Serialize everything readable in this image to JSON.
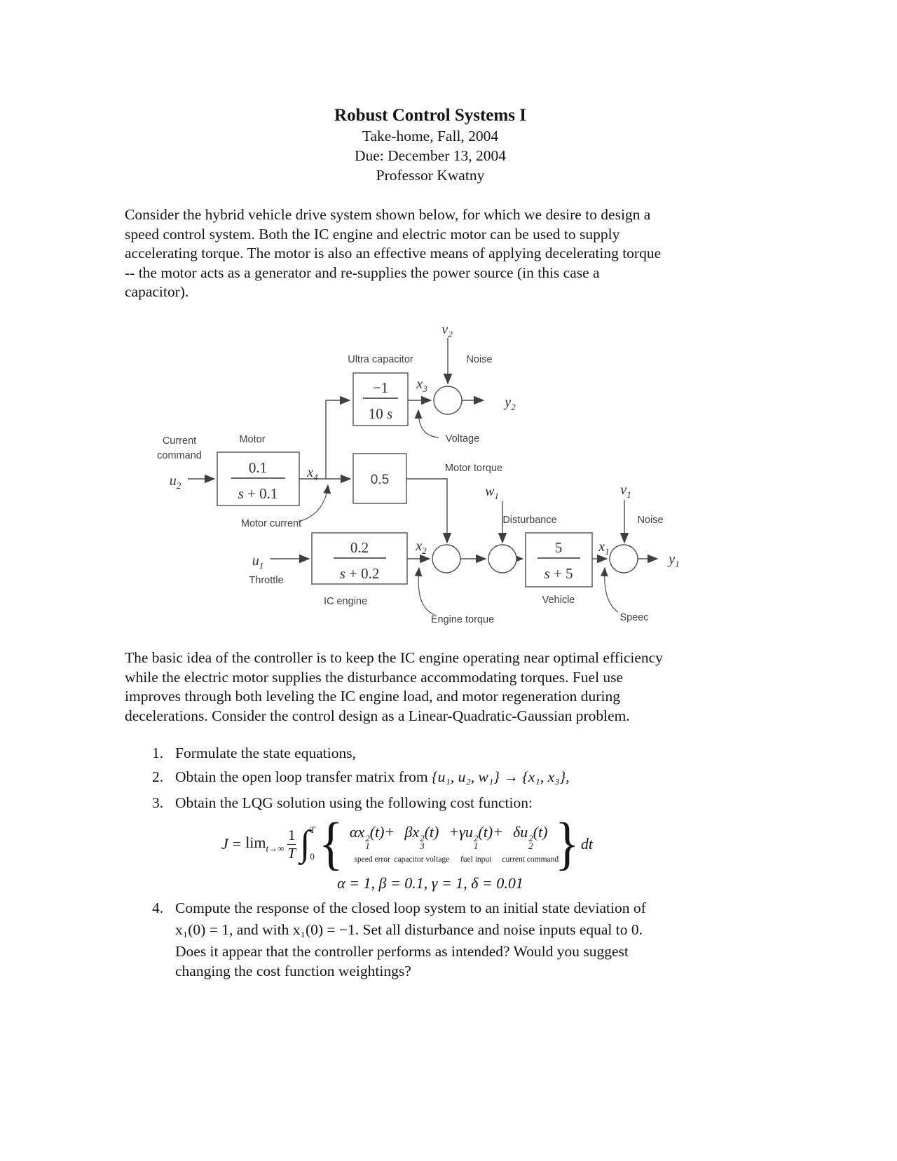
{
  "header": {
    "title": "Robust Control Systems I",
    "subtitle1": "Take-home, Fall, 2004",
    "subtitle2": "Due: December 13, 2004",
    "subtitle3": "Professor Kwatny"
  },
  "intro": {
    "lines": [
      "Consider the hybrid vehicle drive system shown below, for which we desire to design a",
      "speed control system. Both the IC engine and electric motor can be used to supply",
      "accelerating torque. The motor is also an effective means of applying decelerating torque",
      "-- the motor acts as a generator and re-supplies the power source (in this case a",
      "capacitor)."
    ]
  },
  "diagram": {
    "labels": {
      "ultra_capacitor": "Ultra capacitor",
      "noise_top": "Noise",
      "voltage": "Voltage",
      "current_line1": "Current",
      "current_line2": "command",
      "motor": "Motor",
      "motor_current": "Motor current",
      "motor_torque": "Motor torque",
      "disturbance": "Disturbance",
      "noise_right": "Noise",
      "throttle": "Throttle",
      "ic_engine": "IC engine",
      "vehicle": "Vehicle",
      "engine_torque": "Engine torque",
      "speed": "Speec"
    },
    "signals": {
      "v2": {
        "m": "v",
        "s": "2"
      },
      "x3": {
        "m": "x",
        "s": "3"
      },
      "y2": {
        "m": "y",
        "s": "2"
      },
      "u2": {
        "m": "u",
        "s": "2"
      },
      "x4": {
        "m": "x",
        "s": "4"
      },
      "w1": {
        "m": "w",
        "s": "1"
      },
      "v1": {
        "m": "v",
        "s": "1"
      },
      "u1": {
        "m": "u",
        "s": "1"
      },
      "x2": {
        "m": "x",
        "s": "2"
      },
      "x1": {
        "m": "x",
        "s": "1"
      },
      "y1": {
        "m": "y",
        "s": "1"
      }
    },
    "blocks": {
      "ultra_capacitor": {
        "num": "−1",
        "den": [
          {
            "t": "10 ",
            "i": false
          },
          {
            "t": "s",
            "i": true
          }
        ]
      },
      "motor": {
        "num": "0.1",
        "den": [
          {
            "t": "s",
            "i": true
          },
          {
            "t": " + 0.1",
            "i": false
          }
        ]
      },
      "gain": {
        "label": "0.5"
      },
      "ic_engine": {
        "num": "0.2",
        "den": [
          {
            "t": "s",
            "i": true
          },
          {
            "t": " + 0.2",
            "i": false
          }
        ]
      },
      "vehicle": {
        "num": "5",
        "den": [
          {
            "t": "s",
            "i": true
          },
          {
            "t": " + 5",
            "i": false
          }
        ]
      }
    },
    "line_color": "#4d4d4d"
  },
  "middle": {
    "lines": [
      "The basic idea of the controller is to keep the IC engine operating near optimal efficiency",
      "while the electric motor supplies the disturbance accommodating torques. Fuel use",
      "improves through both leveling the IC engine load, and motor regeneration during",
      "decelerations. Consider the control design as a Linear-Quadratic-Gaussian problem."
    ]
  },
  "tasks": {
    "n1": "1.",
    "item1": "Formulate the state equations,",
    "n2": "2.",
    "item2_pre": "Obtain the open loop transfer matrix from ",
    "item2_math": "{u₁, u₂, w₁} → {x₁, x₃},",
    "n3": "3.",
    "item3": "Obtain the LQG solution using the following cost function:",
    "n4": "4.",
    "item4_line1": "Compute the response of the closed loop system to an initial state deviation of",
    "item4_line2": "x₁(0) = 1, and with  x₁(0) = −1. Set all disturbance and noise inputs equal to 0.",
    "item4_line3": "Does it appear that the controller performs as intended? Would you suggest",
    "item4_line4": "changing the cost function weightings?"
  },
  "formula": {
    "J": "J",
    "eq": "=",
    "lim": "lim",
    "lim_sub": "t→∞",
    "frac_num": "1",
    "frac_den": "T",
    "integral": "∫",
    "int_sup": "T",
    "int_sub": "0",
    "brace_open": "{",
    "brace_close": "}",
    "dt": "dt",
    "terms": [
      {
        "lead": "αx",
        "sup": "2",
        "sub": "1",
        "tail": "(t)+",
        "label": "speed error"
      },
      {
        "lead": "βx",
        "sup": "2",
        "sub": "3",
        "tail": "(t)",
        "label": "capacitor voltage"
      },
      {
        "lead": "+γu",
        "sup": "2",
        "sub": "1",
        "tail": "(t)+",
        "label": "fuel input"
      },
      {
        "lead": "δu",
        "sup": "2",
        "sub": "2",
        "tail": "(t)",
        "label": "current command"
      }
    ],
    "params": "α = 1, β = 0.1, γ = 1, δ = 0.01"
  }
}
